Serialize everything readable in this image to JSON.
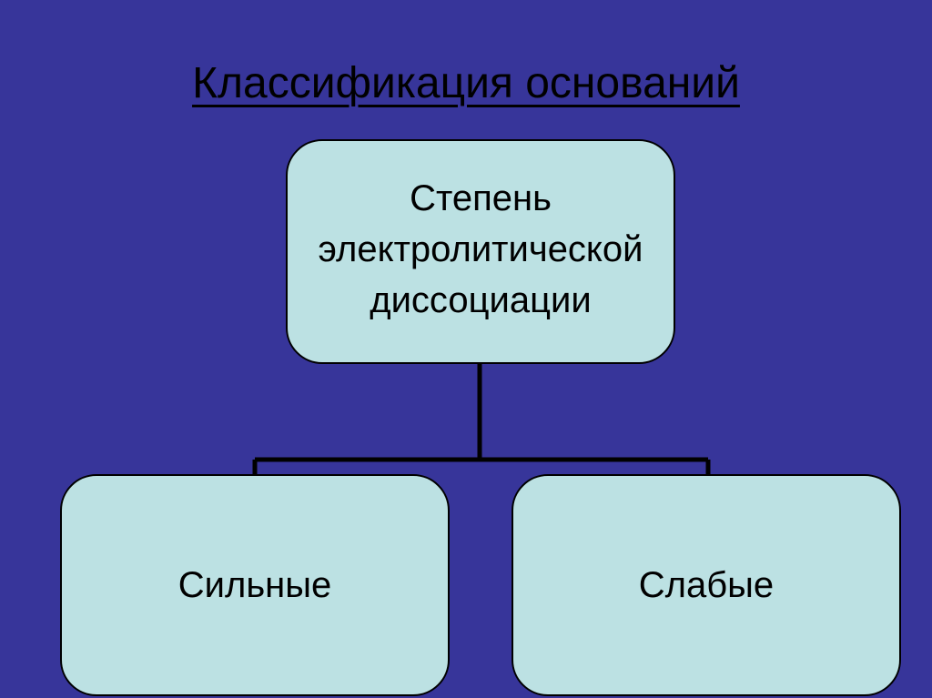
{
  "slide": {
    "title": "Классификация оснований",
    "background_color": "#37359a",
    "node_fill_color": "#bce1e3"
  },
  "tree": {
    "root": {
      "label_lines": [
        "Степень",
        "электролитической",
        "диссоциации"
      ]
    },
    "children": [
      {
        "label": "Сильные"
      },
      {
        "label": "Слабые"
      }
    ]
  }
}
